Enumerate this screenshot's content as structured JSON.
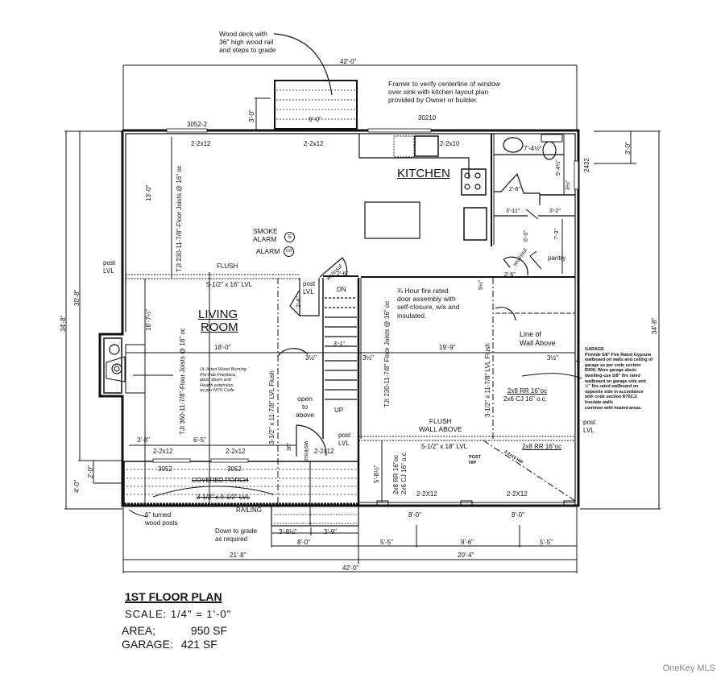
{
  "drawing": {
    "title": "1ST FLOOR PLAN",
    "scale": "SCALE: 1/4\" = 1'-0\"",
    "area_label": "AREA;",
    "area_value": "950 SF",
    "garage_label": "GARAGE:",
    "garage_value": "421 SF",
    "watermark": "OneKey MLS"
  },
  "rooms": {
    "kitchen": "KITCHEN",
    "living_line1": "LIVING",
    "living_line2": "ROOM",
    "pantry": "pantry",
    "covered_porch": "COVERED PORCH"
  },
  "notes": {
    "deck": [
      "Wood deck with",
      "36\" high wood rail",
      "and steps to grade"
    ],
    "framer": [
      "Framer to verify centerline of window",
      "over sink with kitchen layout plan",
      " provided by Owner or builder."
    ],
    "fire_door": [
      "¾ Hour fire rated",
      "door assembly with",
      "self-closure, w/s and",
      "insulated."
    ],
    "fireplace": [
      "UL listed Wood Burning",
      "Pre-Fab Fireplace,",
      "glass doors and",
      "Hearth extension",
      "as per NYS Code"
    ],
    "garage": [
      "GARAGE",
      "Provide 5/8\" Fire Rated Gypsum",
      " wallboard on walls and ceiling of",
      "garage as per code section",
      "R309. Were garage abuts",
      "dwelling-use 5/8\" fire rated",
      "wallboard on garage side and",
      " ½\" fire rated wallboard on",
      "opposite side in accordance",
      "with code section R702.3.",
      "Insulate walls",
      "common with heated areas."
    ],
    "line_of_wall": [
      "Line of",
      "Wall Above"
    ],
    "open_to_above": [
      "open",
      "to",
      "above"
    ],
    "flush_wall_above": [
      "FLUSH",
      "WALL ABOVE"
    ],
    "turned_posts": [
      "6\" turned",
      "wood posts"
    ],
    "down_to_grade": [
      "Down to grade",
      "as required"
    ],
    "smoke_alarm": [
      "SMOKE",
      "ALARM"
    ],
    "co_alarm": "ALARM",
    "smoke_symbol": "S",
    "co_symbol": "CO",
    "railing": "RAILING",
    "flush": "FLUSH",
    "dn": "DN",
    "up": "UP",
    "post_lvl": [
      "post",
      "LVL"
    ],
    "post_hip": [
      "POST",
      "HIP"
    ],
    "ws_insul": "ws/insul"
  },
  "windows": {
    "w1": "3052-2",
    "w2": "30210",
    "w3": "2432",
    "w4": "3052",
    "w5": "3052"
  },
  "framing": {
    "header_2x12_a": "2-2x12",
    "header_2x12_b": "2-2x12",
    "header_2x10": "2-2x10",
    "header_porch_a": "2-2x12",
    "header_porch_b": "2-2x12",
    "header_door": "2-2x12",
    "garage_hdr_a": "2-2X12",
    "garage_hdr_b": "2-2X12",
    "joists_top": "TJI 230-11-7/8\"-Floor Joists @ 16\" oc",
    "joists_living": "TJI 360-11-7/8\"-Floor Joists @ 16\" oc",
    "joists_mid": "TJI 230-11-7/8\" Floor Joists @ 16\" oc",
    "lvl_16": "5-1/2\" x 16\" LVL",
    "lvl_18": "5-1/2\" x 18\" LVL",
    "lvl_flush_a": "3-1/2\" x 11-7/8\" LVL Flush",
    "lvl_flush_b": "3-1/2\" x 11-7/8\" LVL Flush",
    "porch_lvl": "3-1/2\" x 9-1/2\" LVL",
    "rr_a": "2x8 RR 16\"oc",
    "cj_a": "2x6 CJ 16\" o.c.",
    "rr_b": "2x8 RR 16\"oc",
    "rr_c": "2x8 RR 16\"oc",
    "cj_c": "2x6 CJ 16\" o.c.",
    "hip": "2-2x10 HIP"
  },
  "dimensions": {
    "overall_top": "42'-0\"",
    "overall_bottom": "42'-0\"",
    "left_overall": "34'-8\"",
    "left_house": "30'-8\"",
    "left_porch": "4'-0\"",
    "left_porch_sub": "2'-0\"",
    "right_overall": "34'-8\"",
    "right_window": "3'-0\"",
    "deck_depth": "3'-0\"",
    "deck_width": "6'-0\"",
    "kitchen_depth": "13'-0\"",
    "living_depth": "16'-7½\"",
    "living_width": "18'-0\"",
    "garage_width": "19'-9\"",
    "stair_width": "3'-1\"",
    "wall_a": "3½\"",
    "wall_b": "3½\"",
    "wall_c": "3½\"",
    "wall_d": "3½\"",
    "fp_a": "3'-8\"",
    "fp_b": "6'-5\"",
    "bath_w": "7'-4½\"",
    "bath_d": "5'-4½\"",
    "door_a": "2'-6\"",
    "door_b": "2'-6\"",
    "door_c": "2'-6\"",
    "door_d": "2'-6\"",
    "hall_a": "3'-11\"",
    "hall_b": "3'-2\"",
    "hall_c": "6'-0\"",
    "pantry_d": "7'-3\"",
    "door_36": "36\"",
    "garage_depth": "5'-8½\"",
    "garage_door_a": "8'-0\"",
    "garage_door_b": "8'-0\"",
    "gar_seg_a": "5'-5\"",
    "gar_seg_b": "9'-6\"",
    "gar_seg_c": "5'-5\"",
    "garage_total": "20'-4\"",
    "house_left": "21'-8\"",
    "steps_total": "8'-0\"",
    "steps_a": "3'-8½\"",
    "steps_b": "3'-9\"",
    "stair_misc": "5½\""
  }
}
